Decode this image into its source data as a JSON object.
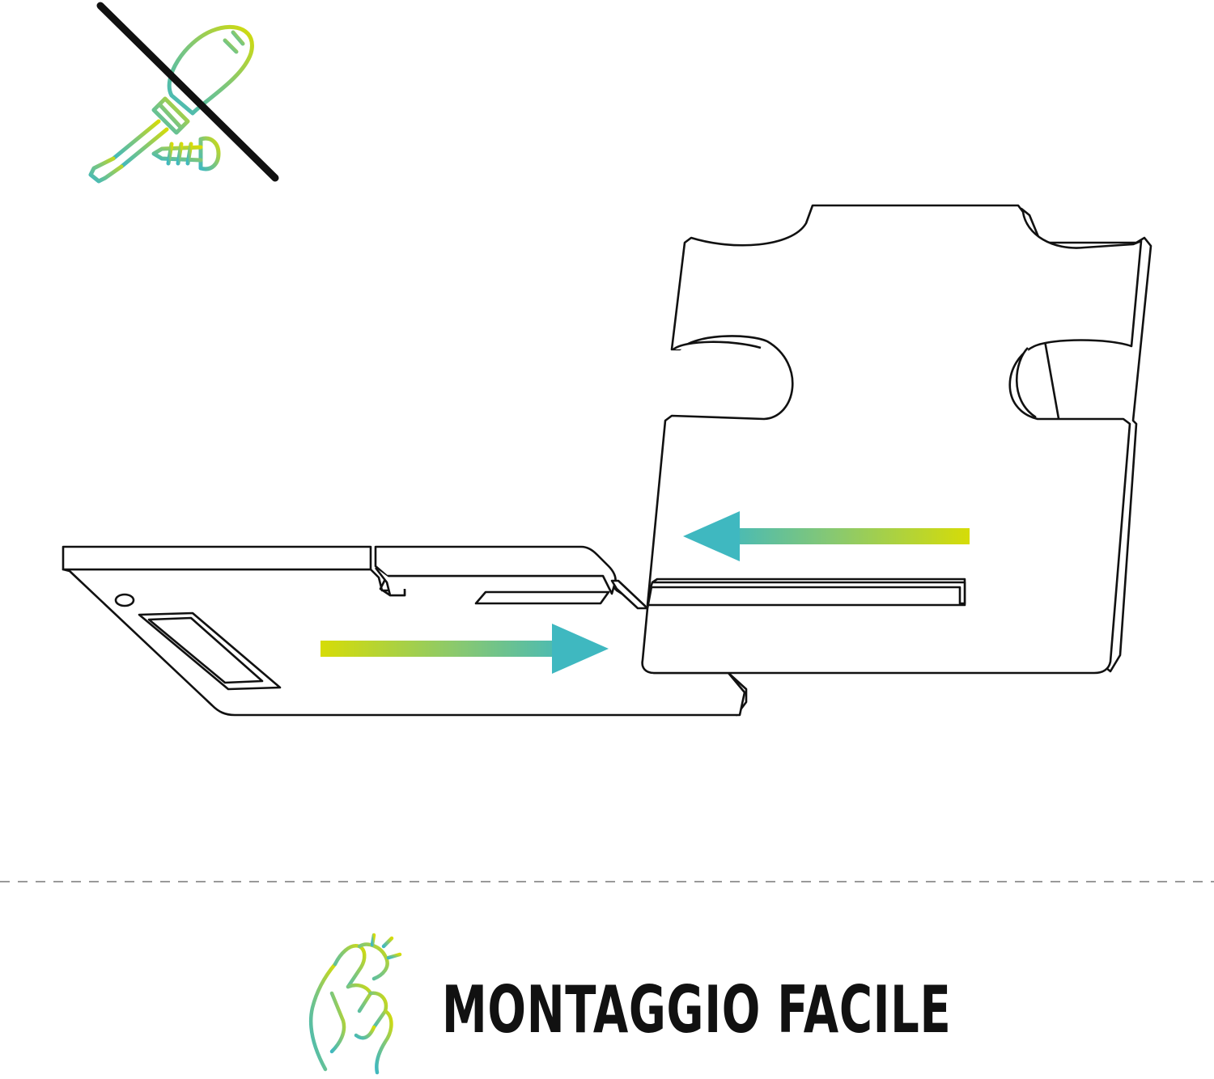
{
  "caption": {
    "text": "MONTAGGIO FACILE"
  },
  "icons": {
    "top_left": "no-screwdriver-icon",
    "bottom": "finger-snap-icon"
  },
  "arrows": {
    "upper": "left",
    "lower": "right"
  },
  "colors": {
    "outline": "#111111",
    "gradient_yellow": "#d6dc07",
    "gradient_green": "#7ec77a",
    "gradient_teal": "#3fb8c0",
    "divider": "#999999",
    "background": "#ffffff"
  }
}
